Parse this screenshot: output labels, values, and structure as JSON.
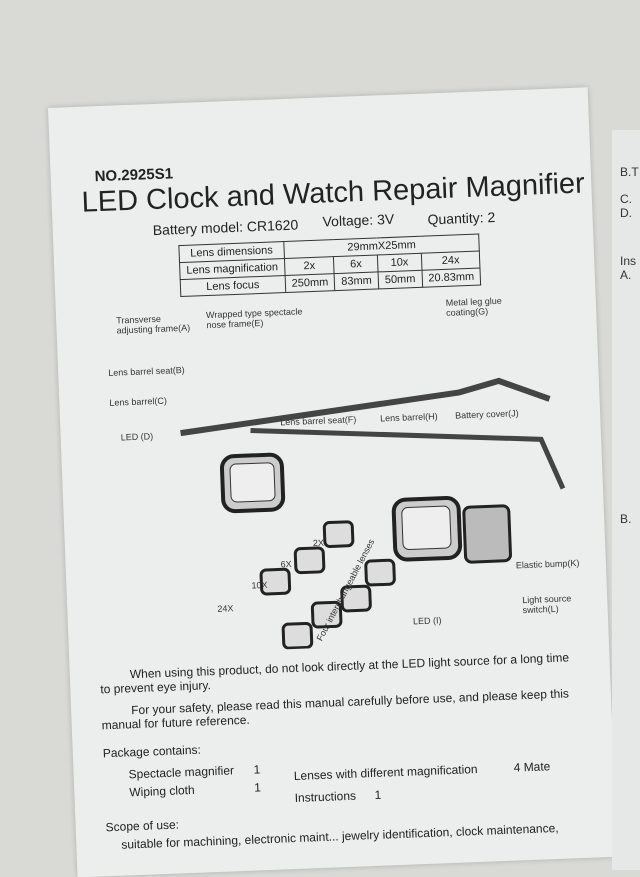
{
  "header": {
    "model_no": "NO.2925S1",
    "title": "LED Clock and Watch Repair Magnifier",
    "battery": "Battery model: CR1620",
    "voltage": "Voltage: 3V",
    "quantity": "Quantity: 2"
  },
  "spec_table": {
    "rows": [
      {
        "label": "Lens dimensions",
        "values": [
          "29mmX25mm"
        ]
      },
      {
        "label": "Lens magnification",
        "values": [
          "2x",
          "6x",
          "10x",
          "24x"
        ]
      },
      {
        "label": "Lens focus",
        "values": [
          "250mm",
          "83mm",
          "50mm",
          "20.83mm"
        ]
      }
    ]
  },
  "diagram_labels": {
    "A": "Transverse adjusting frame(A)",
    "E": "Wrapped type spectacle nose frame(E)",
    "G": "Metal leg glue coating(G)",
    "B": "Lens barrel seat(B)",
    "C": "Lens barrel(C)",
    "D": "LED (D)",
    "F": "Lens barrel seat(F)",
    "H": "Lens barrel(H)",
    "J": "Battery cover(J)",
    "K": "Elastic bump(K)",
    "L": "Light source switch(L)",
    "I": "LED (I)",
    "lenses": "Four interchangeable lenses",
    "x2": "2X",
    "x6": "6X",
    "x10": "10X",
    "x24": "24X"
  },
  "warnings": [
    "When using this product, do not look directly at the LED light source for a long time to prevent eye injury.",
    "For your safety, please read this manual carefully before use, and please keep this manual for future reference."
  ],
  "package": {
    "heading": "Package contains:",
    "items": [
      {
        "name": "Spectacle magnifier",
        "qty": "1"
      },
      {
        "name": "Wiping cloth",
        "qty": "1"
      },
      {
        "name": "Lenses with different magnification",
        "qty": "4 Mate"
      },
      {
        "name": "Instructions",
        "qty": "1"
      }
    ]
  },
  "scope": {
    "heading": "Scope of use:",
    "text": "suitable for machining, electronic maint... jewelry identification, clock maintenance,"
  },
  "side_page": [
    "B.T",
    "C.",
    "D.",
    "Ins",
    "A.",
    "B."
  ]
}
